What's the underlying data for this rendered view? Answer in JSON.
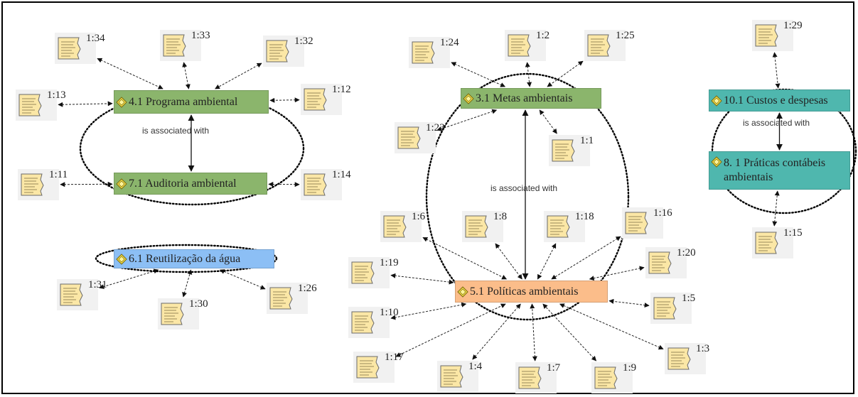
{
  "colors": {
    "green": "#8bb56c",
    "blue": "#8cbff5",
    "orange": "#fbbd8a",
    "teal": "#4fb7ae"
  },
  "codes": [
    {
      "id": "4.1",
      "label": "4.1 Programa ambiental",
      "color": "green",
      "icon": "code-family-icon"
    },
    {
      "id": "7.1",
      "label": "7.1 Auditoria ambiental",
      "color": "green",
      "icon": "code-family-icon"
    },
    {
      "id": "6.1",
      "label": "6.1 Reutilização da água",
      "color": "blue",
      "icon": "code-family-icon"
    },
    {
      "id": "3.1",
      "label": "3.1 Metas ambientais",
      "color": "green",
      "icon": "code-family-icon"
    },
    {
      "id": "5.1",
      "label": "5.1 Políticas ambientais",
      "color": "orange",
      "icon": "code-family-icon"
    },
    {
      "id": "10.1",
      "label": "10.1 Custos e despesas",
      "color": "teal",
      "icon": "code-family-icon"
    },
    {
      "id": "8.1",
      "label": "8. 1 Práticas contábeis ambientais",
      "color": "teal",
      "icon": "code-family-icon"
    }
  ],
  "relations": [
    {
      "from": "4.1",
      "to": "7.1",
      "label": "is associated with"
    },
    {
      "from": "3.1",
      "to": "5.1",
      "label": "is associated with"
    },
    {
      "from": "10.1",
      "to": "8.1",
      "label": "is associated with"
    }
  ],
  "quotations": [
    {
      "label": "1:34",
      "code": "4.1"
    },
    {
      "label": "1:33",
      "code": "4.1"
    },
    {
      "label": "1:32",
      "code": "4.1"
    },
    {
      "label": "1:13",
      "code": "4.1"
    },
    {
      "label": "1:12",
      "code": "4.1"
    },
    {
      "label": "1:11",
      "code": "7.1"
    },
    {
      "label": "1:14",
      "code": "7.1"
    },
    {
      "label": "1:31",
      "code": "6.1"
    },
    {
      "label": "1:30",
      "code": "6.1"
    },
    {
      "label": "1:26",
      "code": "6.1"
    },
    {
      "label": "1:24",
      "code": "3.1"
    },
    {
      "label": "1:2",
      "code": "3.1"
    },
    {
      "label": "1:25",
      "code": "3.1"
    },
    {
      "label": "1:23",
      "code": "3.1"
    },
    {
      "label": "1:1",
      "code": "3.1"
    },
    {
      "label": "1:6",
      "code": "5.1"
    },
    {
      "label": "1:8",
      "code": "5.1"
    },
    {
      "label": "1:18",
      "code": "5.1"
    },
    {
      "label": "1:16",
      "code": "5.1"
    },
    {
      "label": "1:20",
      "code": "5.1"
    },
    {
      "label": "1:19",
      "code": "5.1"
    },
    {
      "label": "1:5",
      "code": "5.1"
    },
    {
      "label": "1:10",
      "code": "5.1"
    },
    {
      "label": "1:17",
      "code": "5.1"
    },
    {
      "label": "1:4",
      "code": "5.1"
    },
    {
      "label": "1:7",
      "code": "5.1"
    },
    {
      "label": "1:9",
      "code": "5.1"
    },
    {
      "label": "1:3",
      "code": "5.1"
    },
    {
      "label": "1:29",
      "code": "10.1"
    },
    {
      "label": "1:15",
      "code": "8.1"
    }
  ]
}
